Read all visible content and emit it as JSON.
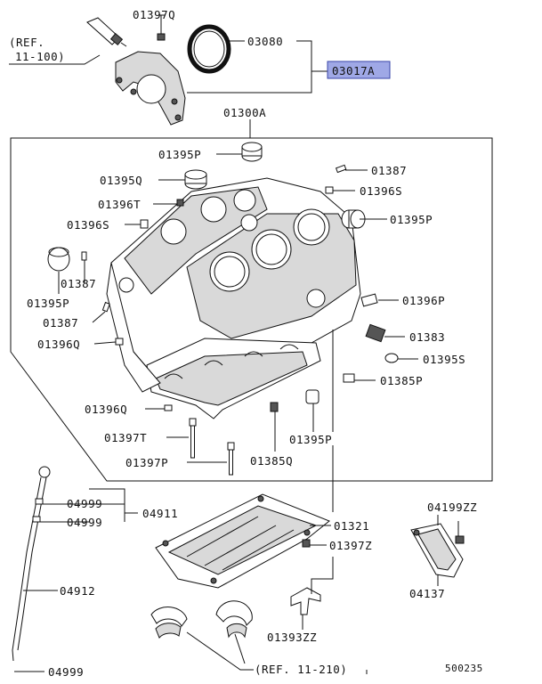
{
  "labels": {
    "p01397Q_top": "01397Q",
    "ref_11_100": "(REF.\n 11-100)",
    "ref_11_100_line1": "(REF.",
    "ref_11_100_line2": "11-100)",
    "p03080": "03080",
    "p03017A": "03017A",
    "p01300A": "01300A",
    "p01395P_top": "01395P",
    "p01395Q": "01395Q",
    "p01396T": "01396T",
    "p01396S_left": "01396S",
    "p01387_right": "01387",
    "p01396S_right": "01396S",
    "p01395P_right": "01395P",
    "p01387_left": "01387",
    "p01395P_left": "01395P",
    "p01387_left2": "01387",
    "p01396Q_left": "01396Q",
    "p01396P": "01396P",
    "p01383": "01383",
    "p01395S": "01395S",
    "p01385P": "01385P",
    "p01396Q_bottom": "01396Q",
    "p01397T": "01397T",
    "p01395P_bottom": "01395P",
    "p01397P": "01397P",
    "p01385Q": "01385Q",
    "p04999_a": "04999",
    "p04911": "04911",
    "p04999_b": "04999",
    "p01321": "01321",
    "p01397Z": "01397Z",
    "p04199ZZ": "04199ZZ",
    "p04912": "04912",
    "p04137": "04137",
    "p01393ZZ": "01393ZZ",
    "ref_11_210": "(REF. 11-210)",
    "p04999_c": "04999",
    "diagram_id": "500235"
  },
  "colors": {
    "highlight_fill": "#9fa8e6",
    "highlight_stroke": "#3a45a8",
    "line": "#111111"
  },
  "highlighted_part": "03017A"
}
